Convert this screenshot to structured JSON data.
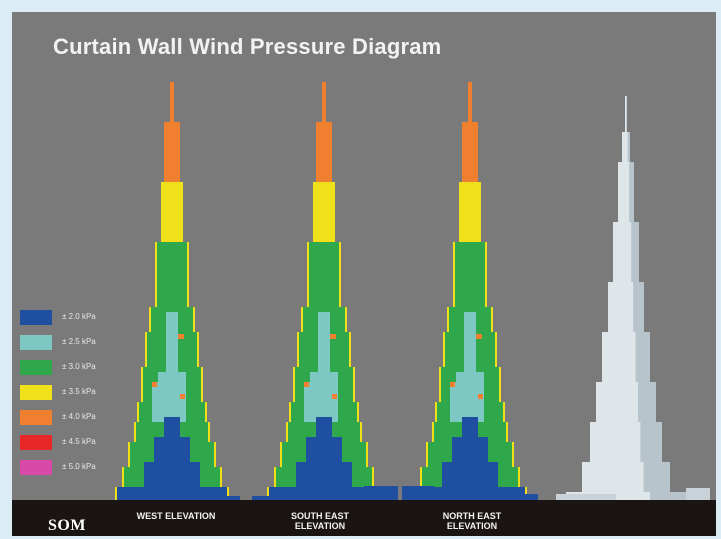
{
  "title": "Curtain Wall Wind Pressure Diagram",
  "logo": "SOM",
  "colors": {
    "background": "#7a7a7a",
    "ground": "#1a1412",
    "p20": "#1e4fa0",
    "p25": "#7ec8c4",
    "p30": "#2ea84a",
    "p35": "#f0e01a",
    "p40": "#f08030",
    "p45": "#e82828",
    "p50": "#d94aa8",
    "building": "#dfe6ea"
  },
  "legend": [
    {
      "color_key": "p20",
      "label": "± 2.0 kPa"
    },
    {
      "color_key": "p25",
      "label": "± 2.5 kPa"
    },
    {
      "color_key": "p30",
      "label": "± 3.0 kPa"
    },
    {
      "color_key": "p35",
      "label": "± 3.5 kPa"
    },
    {
      "color_key": "p40",
      "label": "± 4.0 kPa"
    },
    {
      "color_key": "p45",
      "label": "± 4.5 kPa"
    },
    {
      "color_key": "p50",
      "label": "± 5.0 kPa"
    }
  ],
  "elevations": [
    {
      "label_line1": "WEST ELEVATION",
      "label_line2": ""
    },
    {
      "label_line1": "SOUTH EAST",
      "label_line2": "ELEVATION"
    },
    {
      "label_line1": "NORTH EAST",
      "label_line2": "ELEVATION"
    }
  ]
}
